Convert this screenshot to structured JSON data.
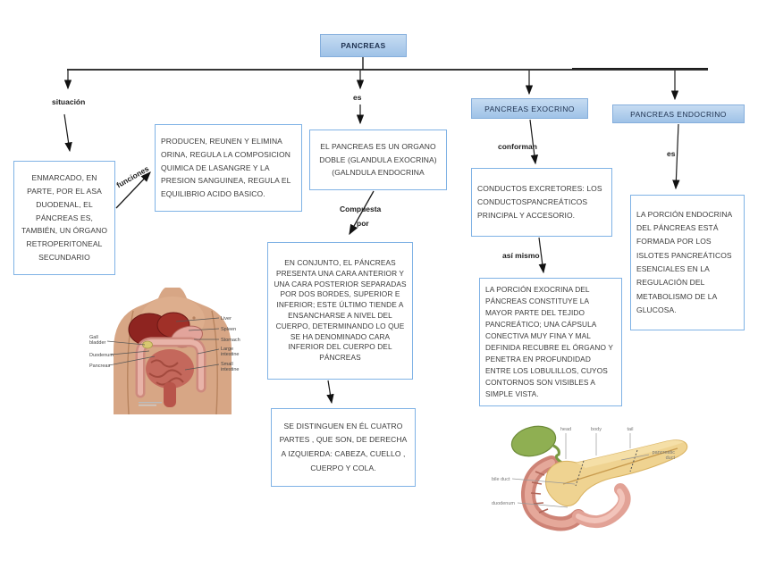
{
  "title": "PANCREAS",
  "edges": {
    "situacion": "situación",
    "funciones": "funciones",
    "es_center": "es",
    "compuesta": "Compuesta",
    "por": "por",
    "conforman": "conforman",
    "asi_mismo": "así mismo",
    "es_right": "es"
  },
  "nodes": {
    "situacion_box": "ENMARCADO, EN PARTE, POR EL ASA DUODENAL, EL PÁNCREAS ES, TAMBIÉN, UN ÓRGANO RETROPERITONEAL SECUNDARIO",
    "funciones_box": "PRODUCEN, REUNEN Y ELIMINA ORINA, REGULA LA COMPOSICION QUIMICA DE LASANGRE Y LA PRESION SANGUINEA, REGULA EL EQUILIBRIO ACIDO BASICO.",
    "es_box": "EL PANCREAS ES UN ORGANO DOBLE (GLANDULA EXOCRINA) (GALNDULA ENDOCRINA",
    "conjunto_box": "EN CONJUNTO, EL PÁNCREAS PRESENTA UNA CARA ANTERIOR Y UNA CARA POSTERIOR SEPARADAS POR DOS BORDES, SUPERIOR E INFERIOR; ESTE ÚLTIMO TIENDE A ENSANCHARSE A NIVEL DEL CUERPO, DETERMINANDO LO QUE SE HA DENOMINADO CARA INFERIOR DEL CUERPO DEL PÁNCREAS",
    "partes_box": "SE DISTINGUEN EN ÉL CUATRO PARTES , QUE SON, DE DERECHA A IZQUIERDA: CABEZA, CUELLO , CUERPO Y COLA.",
    "exocrino_title": "PANCREAS EXOCRINO",
    "conductos_box": "CONDUCTOS EXCRETORES: LOS CONDUCTOSPANCREÁTICOS PRINCIPAL Y ACCESORIO.",
    "exocrina_box": "LA PORCIÓN EXOCRINA DEL PÁNCREAS CONSTITUYE LA MAYOR PARTE DEL TEJIDO PANCREÁTICO; UNA CÁPSULA CONECTIVA MUY FINA Y MAL DEFINIDA RECUBRE EL ÓRGANO Y PENETRA EN PROFUNDIDAD ENTRE LOS LOBULILLOS, CUYOS CONTORNOS SON VISIBLES A SIMPLE VISTA.",
    "endocrino_title": "PANCREAS ENDOCRINO",
    "endocrina_box": "LA PORCIÓN ENDOCRINA DEL PÁNCREAS ESTÁ FORMADA POR LOS ISLOTES PANCREÁTICOS ESENCIALES EN LA REGULACIÓN DEL METABOLISMO DE LA GLUCOSA."
  },
  "torso_labels": {
    "liver": "Liver",
    "spleen": "Spleen",
    "stomach": "Stomach",
    "large_intestine": [
      "Large",
      "intestine"
    ],
    "small_intestine": [
      "Small",
      "intestine"
    ],
    "gall_bladder": [
      "Gall",
      "bladder"
    ],
    "duodenum": "Duodenum",
    "pancreas": "Pancreas"
  },
  "pancreas_labels": {
    "head": "head",
    "body": "body",
    "tail": "tail",
    "pancreatic_duct": [
      "pancreatic",
      "duct"
    ],
    "bile_duct": "bile duct",
    "duodenum": "duodenum"
  },
  "colors": {
    "node_border": "#7FB2E5",
    "title_fill": "#A9CAEA",
    "title_border": "#84AEDC",
    "title_text": "#1F3250",
    "body_text": "#3A3A3A",
    "connector": "#1A1A1A"
  }
}
